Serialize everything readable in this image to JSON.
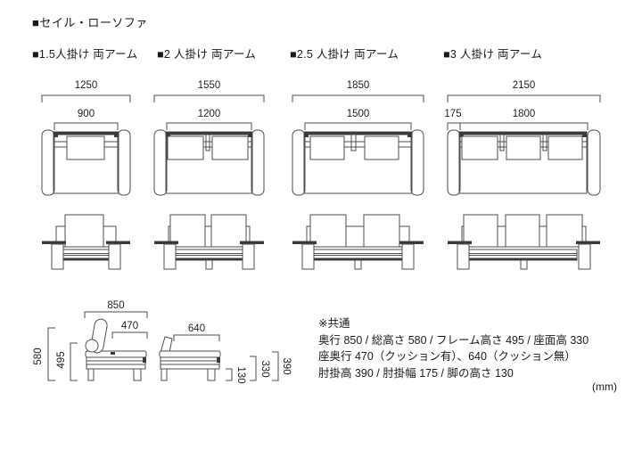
{
  "page": {
    "title": "■セイル・ローソファ",
    "unit": "(mm)"
  },
  "variants": [
    {
      "label": "■1.5人掛け 両アーム",
      "overall_width": "1250",
      "inner_width": "900"
    },
    {
      "label": "■2 人掛け 両アーム",
      "overall_width": "1550",
      "inner_width": "1200"
    },
    {
      "label": "■2.5 人掛け 両アーム",
      "overall_width": "1850",
      "inner_width": "1500"
    },
    {
      "label": "■3 人掛け 両アーム",
      "overall_width": "2150",
      "arm_width": "175",
      "inner_width": "1800"
    }
  ],
  "side_view": {
    "depth": "850",
    "seat_depth_with_cushion": "470",
    "seat_depth_without_cushion": "640",
    "total_height": "580",
    "frame_height": "495",
    "leg_height": "130",
    "seat_height": "330",
    "armrest_height": "390"
  },
  "notes": {
    "heading": "※共通",
    "line1": "奥行 850 / 総高さ 580 / フレーム高さ 495 / 座面高 330",
    "line2": "座奥行 470（クッション有）、640（クッション無）",
    "line3": "肘掛高 390 / 肘掛幅 175 / 脚の高さ 130"
  }
}
